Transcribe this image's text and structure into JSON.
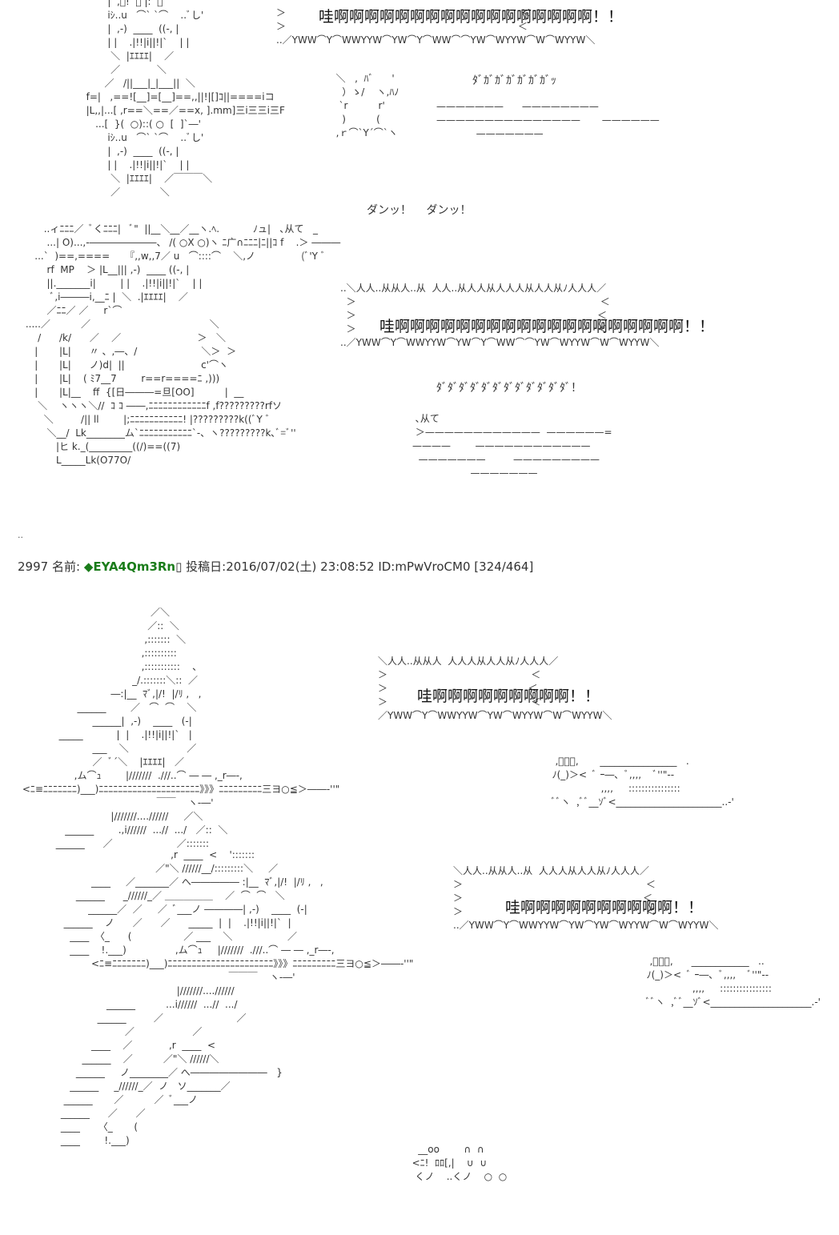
{
  "art_top": {
    "shout_1": "哇啊啊啊啊啊啊啊啊啊啊啊啊啊啊啊啊啊！！",
    "sfx_dagaga": "ﾀﾞｶﾞｶﾞｶﾞｶﾞｶﾞｶﾞｯ",
    "sfx_dan": "ダンッ！　 ダンッ！",
    "shout_2": "哇啊啊啊啊啊啊啊啊啊啊啊啊啊啊啊啊啊啊啊！！",
    "sfx_dadada": "ﾀﾞﾀﾞﾀﾞﾀﾞﾀﾞﾀﾞﾀﾞﾀﾞﾀﾞﾀﾞﾀﾞﾀﾞ！",
    "mp_label": "rf MP",
    "dots": "..",
    "bracket_left_1": ">",
    "bracket_right_1": "<"
  },
  "post": {
    "number": "2997",
    "name_label": "名前:",
    "trip": "◆EYA4Qm3Rn",
    "date_label": "投稿日:",
    "date": "2016/07/02(土) 23:08:52",
    "id": "ID:mPwVroCM0",
    "count": "[324/464]"
  },
  "art_bottom": {
    "shout_3": "哇啊啊啊啊啊啊啊啊啊！！",
    "shout_4": "哇啊啊啊啊啊啊啊啊啊啊！！"
  }
}
